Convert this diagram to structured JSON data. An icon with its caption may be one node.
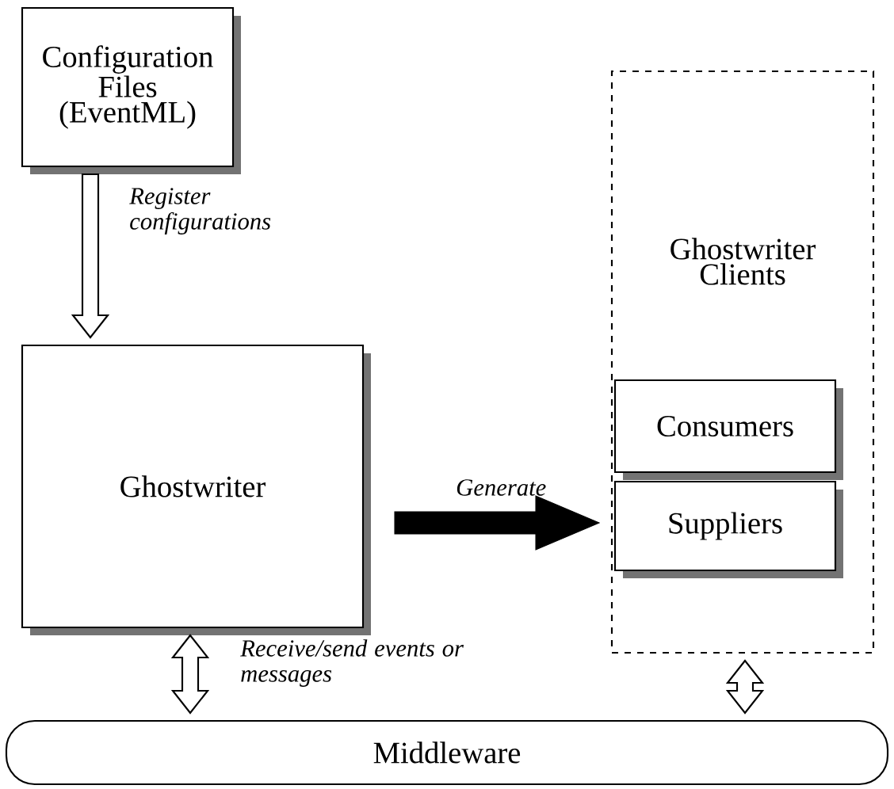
{
  "diagram": {
    "nodes": [
      {
        "text": [
          "Configuration Files (EventML)"
        ]
      },
      {
        "text": [
          "Ghostwriter"
        ]
      },
      {
        "text": [
          "Ghostwriter Clients"
        ]
      },
      {
        "text": [
          "Consumers"
        ],
        "in": 2
      },
      {
        "text": [
          "Suppliers"
        ],
        "in": 2
      },
      {
        "text": [
          "Middleware"
        ]
      }
    ],
    "edges": [
      {
        "from": 0,
        "to": 1,
        "arrow": "to",
        "label": "Register configurations"
      },
      {
        "from": 1,
        "to": 2,
        "arrow": "to",
        "label": "Generate",
        "style": "thick"
      },
      {
        "from": 1,
        "to": 5,
        "arrow": "both",
        "label": "Receive/send events or messages"
      },
      {
        "from": 2,
        "to": 5,
        "arrow": "both"
      }
    ]
  }
}
